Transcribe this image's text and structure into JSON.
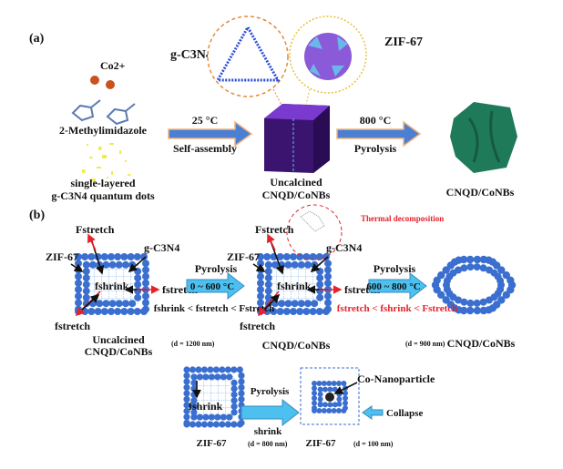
{
  "panel_a": {
    "label": "(a)",
    "co_label": "Co2+",
    "gcn_label": "g-C3N4",
    "zif_label": "ZIF-67",
    "methyl_label": "2-Methylimidazole",
    "qd_line1": "single-layered",
    "qd_line2": "g-C3N4 quantum dots",
    "arrow1_top": "25 °C",
    "arrow1_bottom": "Self-assembly",
    "cube_line1": "Uncalcined",
    "cube_line2": "CNQD/CoNBs",
    "arrow2_top": "800 °C",
    "arrow2_bottom": "Pyrolysis",
    "product_label": "CNQD/CoNBs"
  },
  "panel_b": {
    "label": "(b)",
    "F_stretch": "Fstretch",
    "zif": "ZIF-67",
    "gcn": "g-C3N4",
    "f_shrink": "fshrink",
    "f_stretch": "fstretch",
    "arrow1_top": "Pyrolysis",
    "arrow1_inner": "0 ~ 600 °C",
    "cond1": "fshrink < fstretch < Fstretch",
    "state1_line1": "Uncalcined",
    "state1_line2": "CNQD/CoNBs",
    "d1": "(d = 1200 nm)",
    "thermal": "Thermal decomposition",
    "state2": "CNQD/CoNBs",
    "arrow2_top": "Pyrolysis",
    "arrow2_inner": "600 ~ 800 °C",
    "cond2": "fstretch < fshrink < Fstretch",
    "d2": "(d = 900 nm)",
    "state3": "CNQD/CoNBs"
  },
  "panel_c": {
    "zif_left": "ZIF-67",
    "d_left": "(d = 800 nm)",
    "arrow_top": "Pyrolysis",
    "arrow_bottom": "shrink",
    "co_np": "Co-Nanoparticle",
    "collapse": "Collapse",
    "zif_right": "ZIF-67",
    "d_right": "(d = 100 nm)",
    "f_shrink": "fshrink"
  },
  "colors": {
    "dot": "#3a6fd0",
    "arrow": "#4a7fd4",
    "arrow_light": "#4cc0ee",
    "red": "#e8212a",
    "cube": "#4a1a8a",
    "green": "#1f7a5a",
    "orange": "#e58a3a"
  }
}
